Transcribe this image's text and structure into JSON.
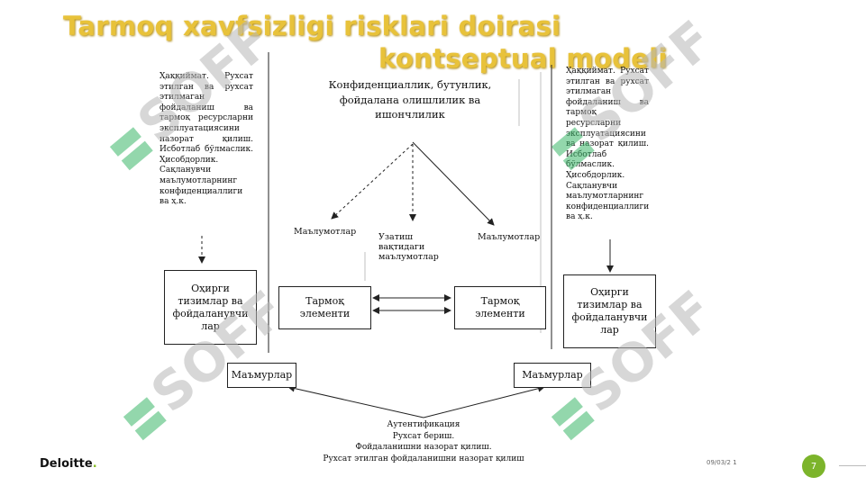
{
  "title": {
    "line1": "Tarmoq xavfsizligi risklari doirasi",
    "line2": "kontseptual modeli"
  },
  "notes": {
    "left": "Ҳаққиймат. Рухсат этилган ва рухсат этилмаган фойдаланиш ва тармоқ ресурсларни эксплуатациясини назорат қилиш. Исботлаб бўлмаслик. Ҳисобдорлик. Сақланувчи маълумотларнинг конфиденциаллиги ва ҳ.к.",
    "right": "Ҳаққиймат. Рухсат этилган ва рухсат этилмаган фойдаланиш ва тармоқ ресурсларни эксплуатациясини ва назорат қилиш. Исботлаб бўлмаслик. Ҳисобдорлик. Сақланувчи маълумотларнинг конфиденциаллиги ва ҳ.к."
  },
  "center_text": "Конфиденциаллик, бутунлик, фойдалана олишлилик ва ишончлилик",
  "labels": {
    "left_data": "Маълумотлар",
    "transit_data": "Узатиш вақтидаги маълумотлар",
    "right_data": "Маълумотлар"
  },
  "boxes": {
    "left_os": "Оҳирги тизимлар ва фойдаланувчи лар",
    "left_net": "Тармоқ элементи",
    "right_net": "Тармоқ элементи",
    "right_os": "Оҳирги тизимлар ва фойдаланувчи лар",
    "left_mb": "Маъмурлар",
    "right_mb": "Маъмурлар"
  },
  "auth": [
    "Аутентификация",
    "Рухсат бериш.",
    "Фойдаланишни назорат қилиш.",
    "Рухсат этилган фойдаланишни назорат қилиш"
  ],
  "footer": {
    "logo": "Deloitte",
    "logo_dot": ".",
    "date": "09/03/2 1",
    "page": "7"
  },
  "watermark": "SOFF",
  "colors": {
    "title": "#e8c23a",
    "watermark": "#3cb86a",
    "accent": "#7cb42b"
  }
}
